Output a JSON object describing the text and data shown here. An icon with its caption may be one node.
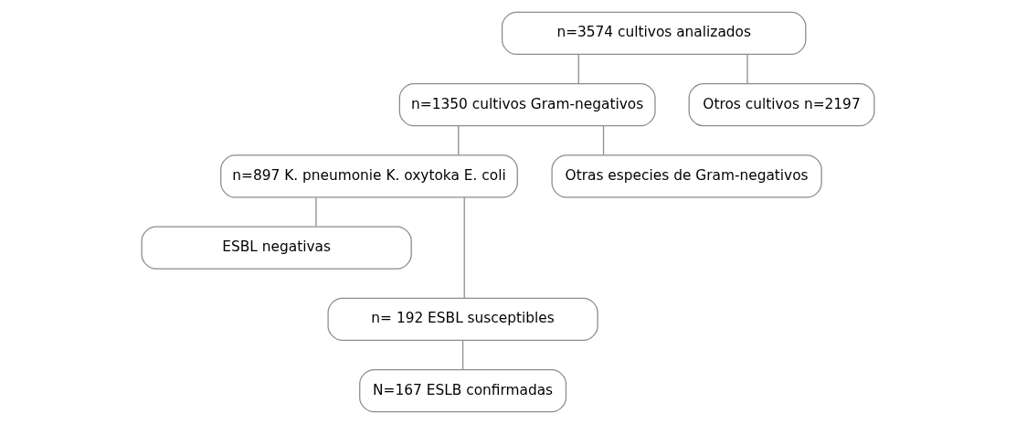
{
  "diagram": {
    "nodes": [
      {
        "text": [
          "n=3574 cultivos analizados"
        ]
      },
      {
        "text": [
          "n=1350 cultivos Gram-negativos"
        ]
      },
      {
        "text": [
          "Otros cultivos n=2197"
        ]
      },
      {
        "text": [
          "n=897 K. pneumonie K. oxytoka E. coli"
        ]
      },
      {
        "text": [
          "Otras especies de Gram-negativos"
        ]
      },
      {
        "text": [
          "ESBL negativas"
        ]
      },
      {
        "text": [
          "n= 192 ESBL susceptibles"
        ]
      },
      {
        "text": [
          "N=167 ESLB confirmadas"
        ]
      }
    ],
    "edges": [
      {
        "from": 0,
        "to": 1,
        "arrow": "none"
      },
      {
        "from": 0,
        "to": 2,
        "arrow": "none"
      },
      {
        "from": 1,
        "to": 3,
        "arrow": "none"
      },
      {
        "from": 1,
        "to": 4,
        "arrow": "none"
      },
      {
        "from": 3,
        "to": 5,
        "arrow": "none"
      },
      {
        "from": 3,
        "to": 6,
        "arrow": "none"
      },
      {
        "from": 6,
        "to": 7,
        "arrow": "none"
      }
    ]
  }
}
